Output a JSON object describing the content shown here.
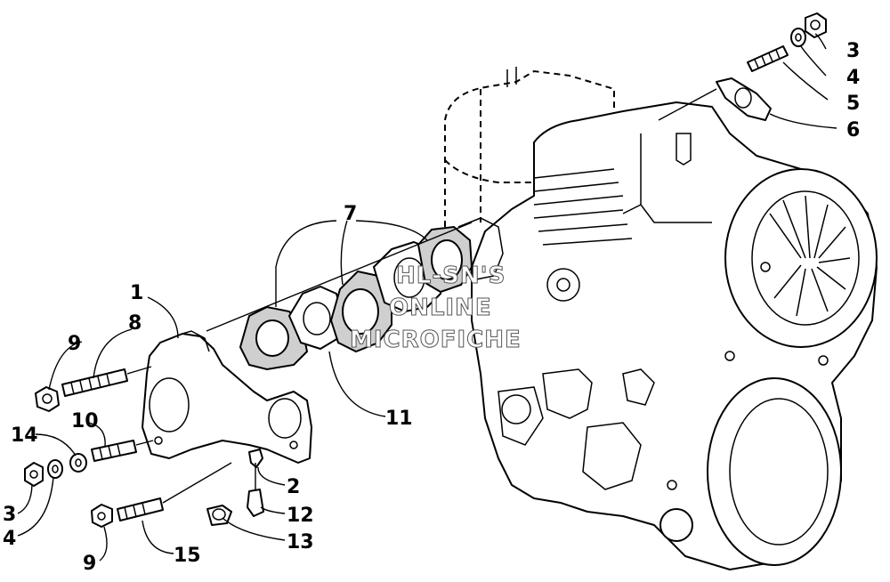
{
  "callouts": {
    "c1": "1",
    "c2": "2",
    "c3_top": "3",
    "c4_top": "4",
    "c5": "5",
    "c6": "6",
    "c7": "7",
    "c8": "8",
    "c9_upper": "9",
    "c10": "10",
    "c11": "11",
    "c12": "12",
    "c13": "13",
    "c14": "14",
    "c3_left": "3",
    "c4_left": "4",
    "c9_lower": "9",
    "c15": "15"
  },
  "watermark": {
    "line1": "HL-SN'S",
    "line2": "ONLINE",
    "line3": "MICROFICHE"
  }
}
